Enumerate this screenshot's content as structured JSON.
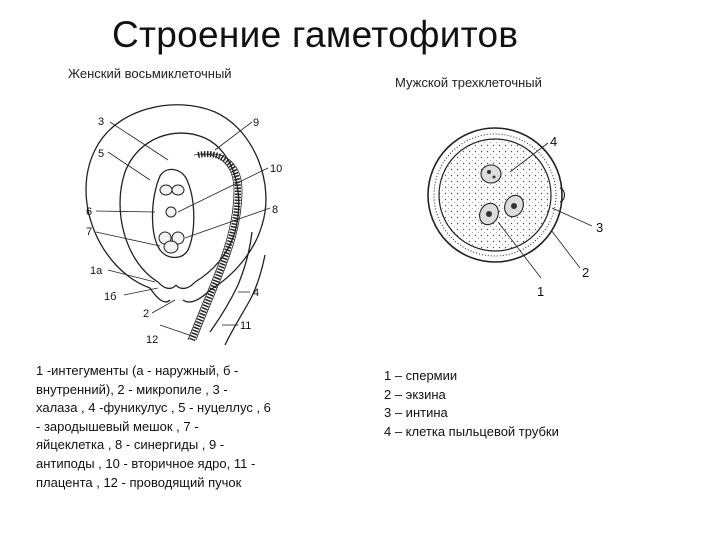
{
  "title": "Строение гаметофитов",
  "female": {
    "subtitle": "Женский восьмиклеточный",
    "labels": [
      "3",
      "9",
      "5",
      "10",
      "6",
      "8",
      "7",
      "1а",
      "4",
      "1б",
      "2",
      "11",
      "12"
    ],
    "legend": [
      "1 -интегументы (а - наружный, б -",
      "внутренний), 2 - микропиле , 3 -",
      " халаза , 4 -фуникулус , 5 - нуцеллус , 6",
      "- зародышевый мешок , 7 -",
      " яйцеклетка , 8 - синергиды , 9 -",
      "антиподы , 10 - вторичное ядро, 11 -",
      " плацента , 12 - проводящий пучок"
    ]
  },
  "male": {
    "subtitle": "Мужской трехклеточный",
    "labels": [
      "4",
      "3",
      "2",
      "1"
    ],
    "legend": [
      "1 – спермии",
      "2 – экзина",
      "3 – интина",
      "4 – клетка пыльцевой трубки"
    ]
  }
}
